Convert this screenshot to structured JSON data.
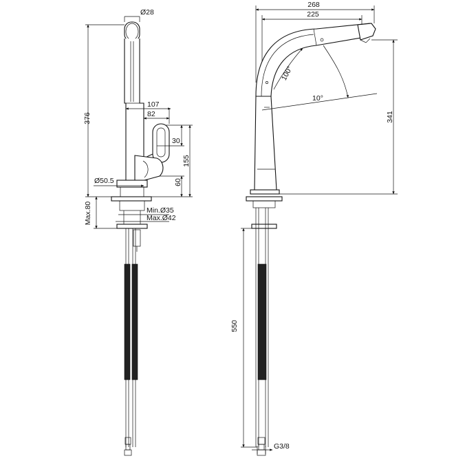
{
  "drawing": {
    "front_view": {
      "labels": {
        "spout_diameter": "Ø28",
        "total_height": "376",
        "lever_reach": "107",
        "lever_offset": "82",
        "lever_height": "30",
        "handle_height": "155",
        "base_height": "60",
        "base_diameter": "Ø50.5",
        "deck_thickness": "Max.80",
        "hole_min": "Min.Ø35",
        "hole_max": "Max.Ø42"
      }
    },
    "side_view": {
      "labels": {
        "overall_reach": "268",
        "spout_reach": "225",
        "spout_height": "341",
        "pull_angle": "100°",
        "tilt_angle": "10°",
        "hose_length": "550",
        "connection": "G3/8"
      }
    }
  }
}
